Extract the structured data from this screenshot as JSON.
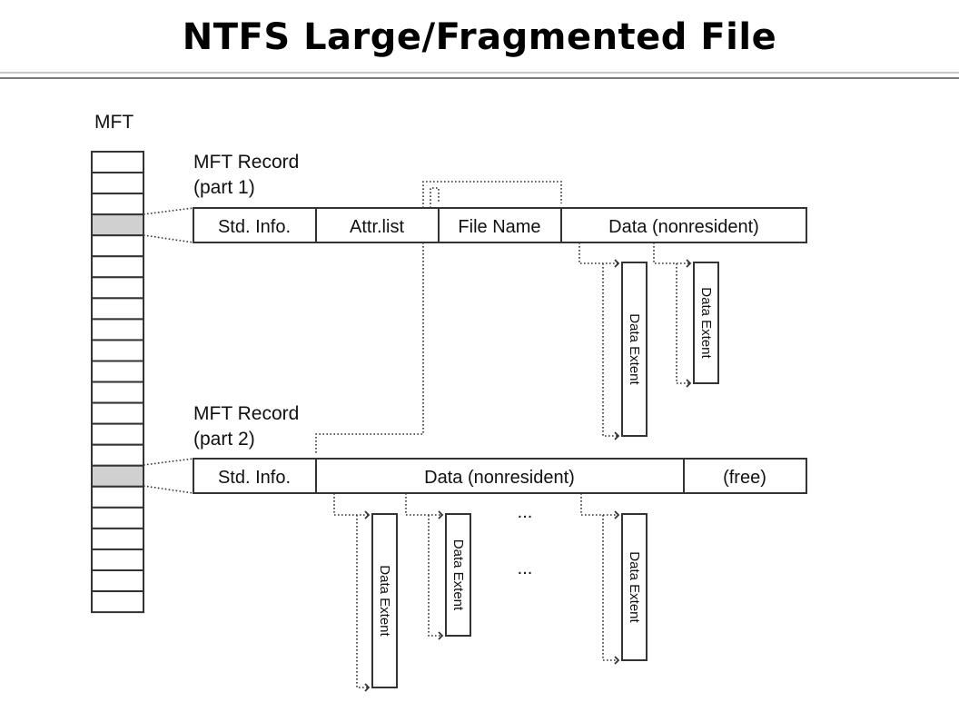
{
  "title": "NTFS Large/Fragmented File",
  "mft_label": "MFT",
  "record1": {
    "label_line1": "MFT Record",
    "label_line2": "(part 1)",
    "fields": [
      "Std. Info.",
      "Attr.list",
      "File Name",
      "Data (nonresident)"
    ]
  },
  "record2": {
    "label_line1": "MFT Record",
    "label_line2": "(part 2)",
    "fields": [
      "Std. Info.",
      "Data (nonresident)",
      "(free)"
    ]
  },
  "extent_label": "Data Extent",
  "ellipsis": "...",
  "colors": {
    "highlight": "#d0d0d0",
    "line": "#333333"
  }
}
